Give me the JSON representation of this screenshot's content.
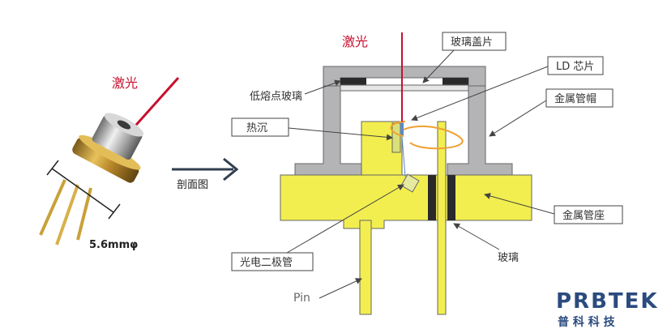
{
  "left_figure": {
    "laser_label": "激光",
    "diameter_label": "5.6mmφ",
    "arrow_label": "剖面图"
  },
  "diagram": {
    "laser_label": "激光",
    "labels": {
      "glass_cap": "玻璃盖片",
      "ld_chip": "LD 芯片",
      "low_melt_glass": "低熔点玻璃",
      "metal_cap": "金属管帽",
      "heat_sink": "热沉",
      "metal_base": "金属管座",
      "photodiode": "光电二极管",
      "glass": "玻璃",
      "pin": "Pin"
    }
  },
  "brand": {
    "logo_text": "PRBTEK",
    "logo_cn": "普 科 科 技"
  },
  "colors": {
    "laser_red": "#c8102e",
    "base_yellow": "#f2ee4f",
    "cap_gray": "#b4b4b6",
    "logo_blue": "#2b4b7e"
  }
}
